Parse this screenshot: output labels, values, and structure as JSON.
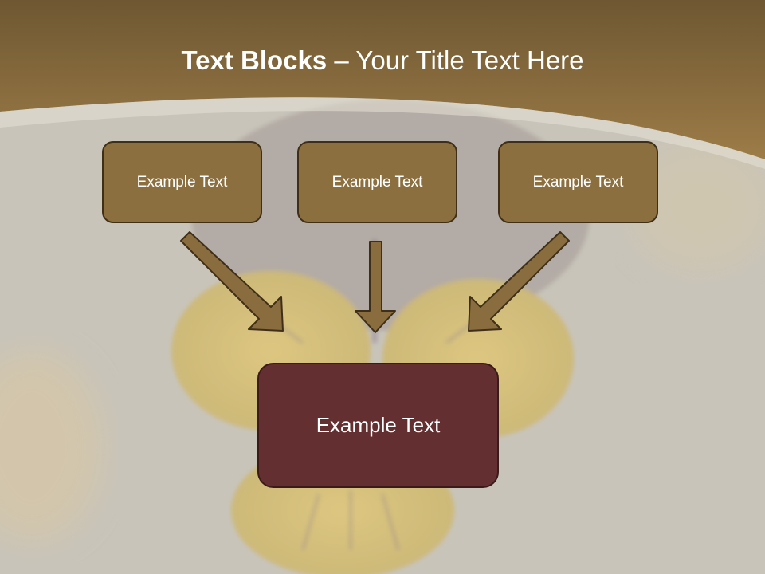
{
  "slide": {
    "title_bold": "Text Blocks",
    "title_dash": " – ",
    "title_rest": "Your Title Text Here"
  },
  "boxes": {
    "top_left": "Example Text",
    "top_middle": "Example Text",
    "top_right": "Example Text",
    "center": "Example Text"
  },
  "colors": {
    "header": "#8a6d3e",
    "box_fill": "#8c6f3f",
    "center_fill": "#642f30",
    "arrow_fill": "#8a6d3e",
    "background": "#c9c5bb"
  },
  "icons": {
    "arrows": [
      "arrow-down-right-icon",
      "arrow-down-icon",
      "arrow-down-left-icon"
    ]
  }
}
